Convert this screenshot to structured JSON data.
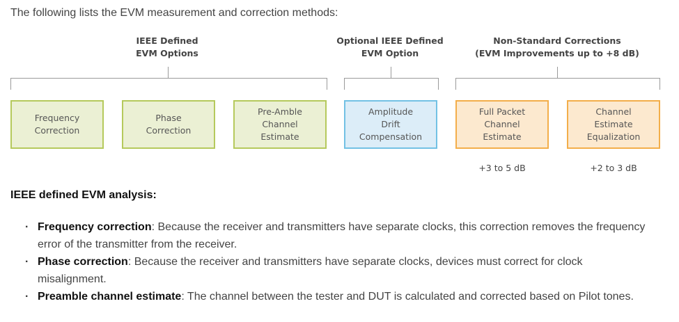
{
  "intro": "The following lists the EVM measurement and correction methods:",
  "groups": [
    {
      "line1": "IEEE Defined",
      "line2": "EVM Options"
    },
    {
      "line1": "Optional IEEE Defined",
      "line2": "EVM Option"
    },
    {
      "line1": "Non-Standard Corrections",
      "line2": "(EVM Improvements up to +8 dB)"
    }
  ],
  "boxes": [
    {
      "lines": [
        "Frequency",
        "Correction"
      ],
      "color": "#ebf0d4",
      "border": "#b5c95c"
    },
    {
      "lines": [
        "Phase",
        "Correction"
      ],
      "color": "#ebf0d4",
      "border": "#b5c95c"
    },
    {
      "lines": [
        "Pre-Amble",
        "Channel",
        "Estimate"
      ],
      "color": "#ebf0d4",
      "border": "#b5c95c"
    },
    {
      "lines": [
        "Amplitude",
        "Drift",
        "Compensation"
      ],
      "color": "#dcedf8",
      "border": "#72c1e4"
    },
    {
      "lines": [
        "Full Packet",
        "Channel",
        "Estimate"
      ],
      "color": "#fce9cf",
      "border": "#f3ae4a"
    },
    {
      "lines": [
        "Channel",
        "Estimate",
        "Equalization"
      ],
      "color": "#fce9cf",
      "border": "#f3ae4a"
    }
  ],
  "gains": [
    "+3 to 5 dB",
    "+2 to 3 dB"
  ],
  "analysis": {
    "title": "IEEE defined EVM analysis:",
    "bullets": [
      {
        "term": "Frequency correction",
        "text": ": Because the receiver and transmitters have separate clocks, this correction removes the frequency error of the transmitter from the receiver."
      },
      {
        "term": "Phase correction",
        "text": ": Because the receiver and transmitters have separate clocks, devices must correct for clock misalignment."
      },
      {
        "term": "Preamble channel estimate",
        "text": ": The channel between the tester and DUT is calculated and corrected based on Pilot tones."
      }
    ]
  }
}
